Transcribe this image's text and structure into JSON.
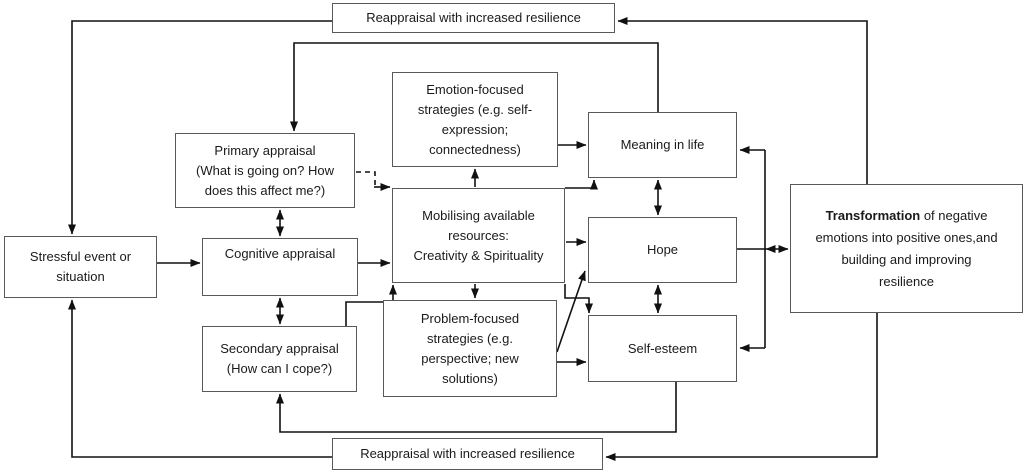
{
  "colors": {
    "background": "#ffffff",
    "box_border": "#595959",
    "connector": "#111111",
    "text": "#1a1a1a"
  },
  "boxes": {
    "reappraisal_top": "Reappraisal with increased resilience",
    "stressful_event": "Stressful event or\nsituation",
    "primary_appraisal": "Primary appraisal\n(What is going on? How\ndoes this affect me?)",
    "cognitive_appraisal": "Cognitive appraisal",
    "secondary_appraisal": "Secondary appraisal\n(How can I cope?)",
    "emotion_focused": "Emotion-focused\nstrategies (e.g. self-\nexpression;\nconnectedness)",
    "mobilising_resources": "Mobilising available\nresources:\nCreativity & Spirituality",
    "problem_focused": "Problem-focused\nstrategies (e.g.\nperspective; new\nsolutions)",
    "meaning_in_life": "Meaning in life",
    "hope": "Hope",
    "self_esteem": "Self-esteem",
    "transformation_bold": "Transformation",
    "transformation_rest": " of negative\nemotions into positive ones,and\nbuilding and improving\nresilience",
    "reappraisal_bottom": "Reappraisal with increased resilience"
  }
}
